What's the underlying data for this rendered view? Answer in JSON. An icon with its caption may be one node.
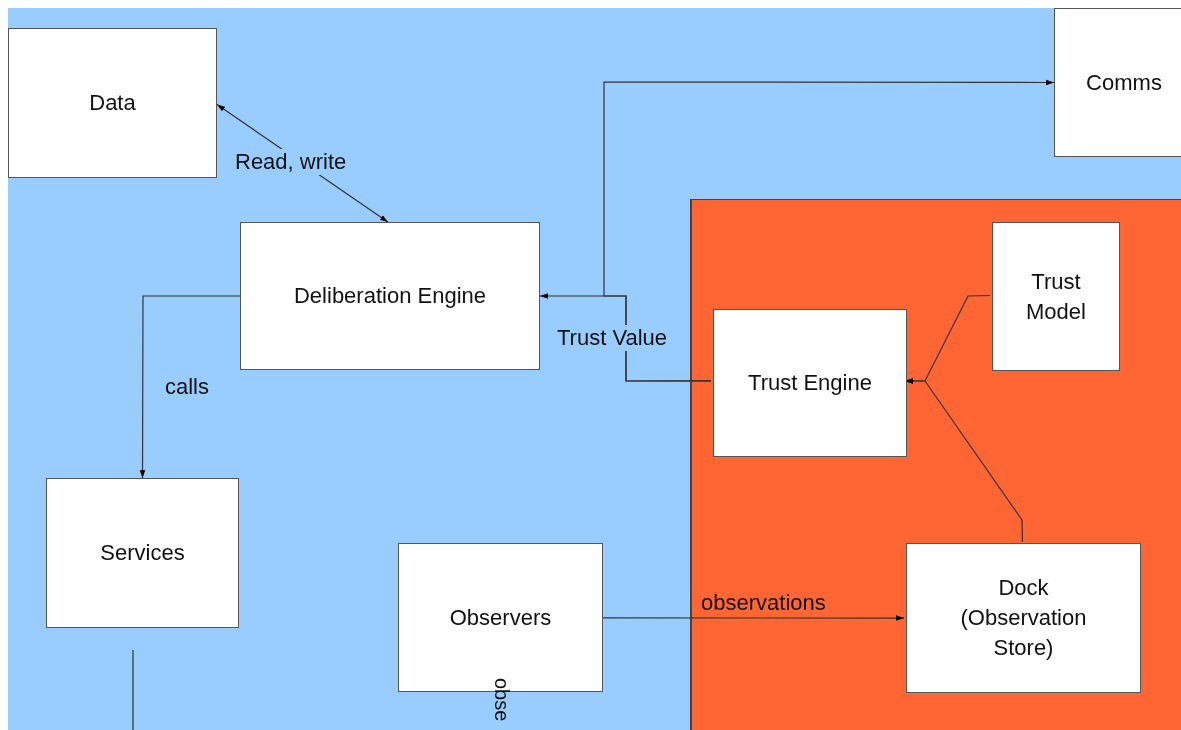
{
  "diagram": {
    "nodes": [
      {
        "text": [
          "Data"
        ]
      },
      {
        "text": [
          "Comms"
        ]
      },
      {
        "text": [
          "Deliberation Engine"
        ]
      },
      {
        "text": [],
        "shape": "box"
      },
      {
        "text": [
          "Trust Model"
        ],
        "in": 3
      },
      {
        "text": [
          "Trust Engine"
        ],
        "in": 3
      },
      {
        "text": [
          "Services"
        ]
      },
      {
        "text": [
          "Observers"
        ]
      },
      {
        "text": [
          "Dock (Observation Store)"
        ],
        "in": 3
      }
    ],
    "edges": [
      {
        "from": 0,
        "to": 2,
        "arrow": "both",
        "label": "Read, write"
      },
      {
        "from": 5,
        "to": 2,
        "arrow": "to",
        "label": "Trust Value"
      },
      {
        "from": 5,
        "to": 1,
        "arrow": "to"
      },
      {
        "from": 2,
        "to": 6,
        "arrow": "to",
        "label": "calls"
      },
      {
        "from": 4,
        "to": 5,
        "arrow": "to"
      },
      {
        "from": 8,
        "to": 5,
        "arrow": "to"
      },
      {
        "from": 7,
        "to": 8,
        "arrow": "to",
        "label": "observations"
      }
    ],
    "labels": [
      "obse"
    ]
  }
}
